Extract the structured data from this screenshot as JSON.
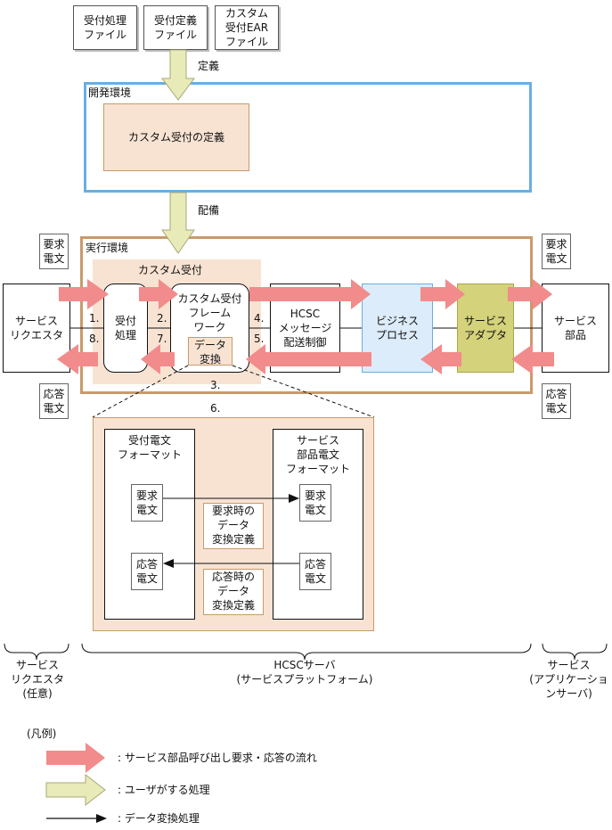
{
  "files": [
    "受付処理\nファイル",
    "受付定義\nファイル",
    "カスタム\n受付EAR\nファイル"
  ],
  "arrows": {
    "define": "定義",
    "deploy": "配備"
  },
  "dev_env": {
    "title": "開発環境",
    "box": "カスタム受付の定義"
  },
  "run_env": {
    "title": "実行環境",
    "custom_reception": "カスタム受付"
  },
  "nodes": {
    "service_requester": "サービス\nリクエスタ",
    "reception_process": "受付\n処理",
    "framework": "カスタム受付\nフレーム\nワーク",
    "data_conversion": "データ\n変換",
    "hcsc_msg": "HCSC\nメッセージ\n配送制御",
    "business_process": "ビジネス\nプロセス",
    "service_adapter": "サービス\nアダプタ",
    "service_component": "サービス\n部品"
  },
  "steps": [
    "1.",
    "2.",
    "3.",
    "4.",
    "5.",
    "6.",
    "7.",
    "8."
  ],
  "docs": {
    "request": "要求\n電文",
    "response": "応答\n電文"
  },
  "detail": {
    "left_title": "受付電文\nフォーマット",
    "right_title": "サービス\n部品電文\nフォーマット",
    "req_def": "要求時の\nデータ\n変換定義",
    "res_def": "応答時の\nデータ\n変換定義"
  },
  "braces": {
    "left": "サービス\nリクエスタ\n(任意)",
    "middle": "HCSCサーバ\n(サービスプラットフォーム)",
    "right": "サービス\n(アプリケーショ\nンサーバ)"
  },
  "legend": {
    "title": "(凡例)",
    "items": [
      ": サービス部品呼び出し要求・応答の流れ",
      ": ユーザがする処理",
      ": データ変換処理"
    ]
  },
  "colors": {
    "flow_arrow": "#f28b8b",
    "user_arrow": "#e8eab8",
    "dev_border": "#6aaee0",
    "run_border": "#c99a6a",
    "peach": "#f8e3d3",
    "business": "#dcecfb",
    "adapter": "#d4d27a"
  }
}
